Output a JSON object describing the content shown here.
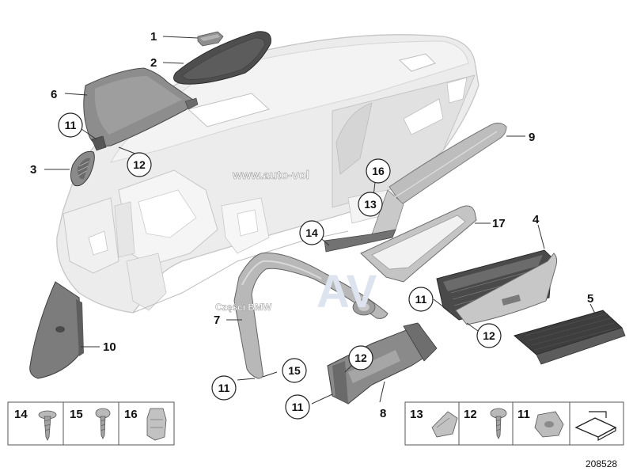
{
  "part_labels": {
    "l1": "1",
    "l2": "2",
    "l3": "3",
    "l4": "4",
    "l5": "5",
    "l6": "6",
    "l7": "7",
    "l8": "8",
    "l9": "9",
    "l10": "10",
    "l17": "17"
  },
  "circle_labels": {
    "c11a": "11",
    "c12a": "12",
    "c16": "16",
    "c13": "13",
    "c14": "14",
    "c11b": "11",
    "c12b": "12",
    "c12c": "12",
    "c11c": "11",
    "c15": "15",
    "c11d": "11"
  },
  "fastener_boxes": {
    "b14": "14",
    "b15": "15",
    "b16": "16",
    "b13": "13",
    "b12": "12",
    "b11": "11"
  },
  "watermarks": {
    "url": "www.auto-vol",
    "brand": "Części BMW",
    "logo": "AV"
  },
  "reference_number": "208528",
  "colors": {
    "dashboard": "#ececec",
    "dark_trim": "#6e6e6e",
    "mid_trim": "#a9a9a9",
    "light_trim": "#d8d8d8"
  }
}
